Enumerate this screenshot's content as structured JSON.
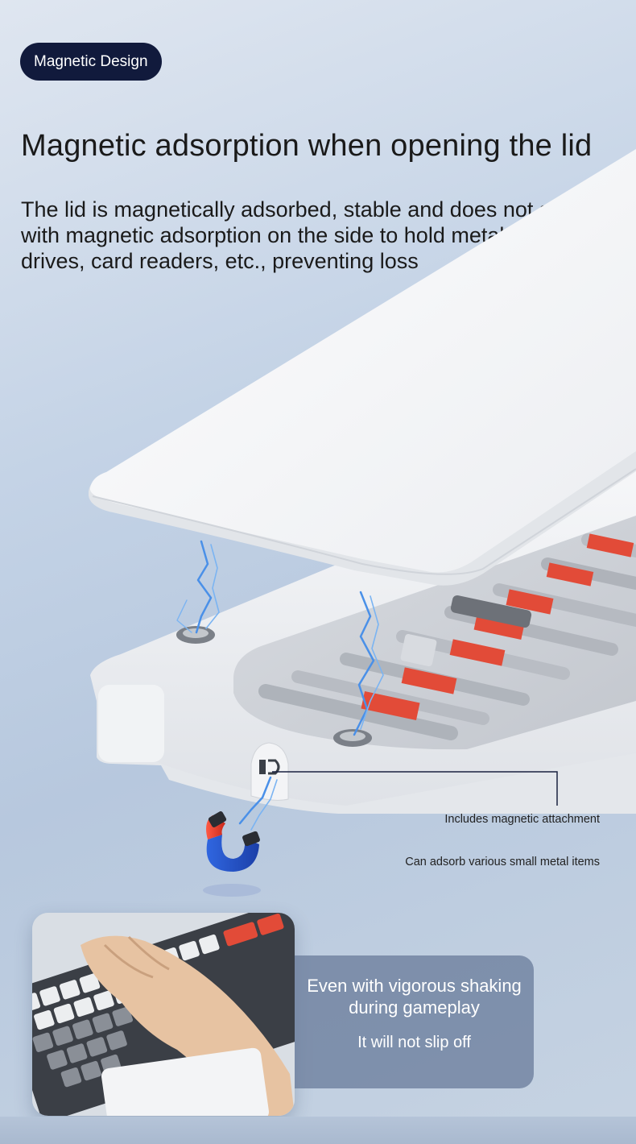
{
  "badge": {
    "label": "Magnetic Design"
  },
  "heading": {
    "title": "Magnetic adsorption when opening the lid"
  },
  "description": {
    "text": "The lid is magnetically adsorbed, stable and does not shift, with magnetic adsorption on the side to hold metal USB drives, card readers, etc., preventing loss"
  },
  "callouts": {
    "magnetic_attachment": "Includes magnetic attachment",
    "adsorb_items": "Can adsorb various small metal items"
  },
  "inset": {
    "line1": "Even with vigorous shaking during gameplay",
    "line2": "It will not slip off"
  },
  "colors": {
    "badge_bg": "#111a3c",
    "accent_red": "#e24b38",
    "lightning": "#4a90e8",
    "card_bg": "#6c7e9c"
  },
  "icons": [
    "magnet-icon",
    "magnet-slot-icon",
    "lightning-icon"
  ]
}
